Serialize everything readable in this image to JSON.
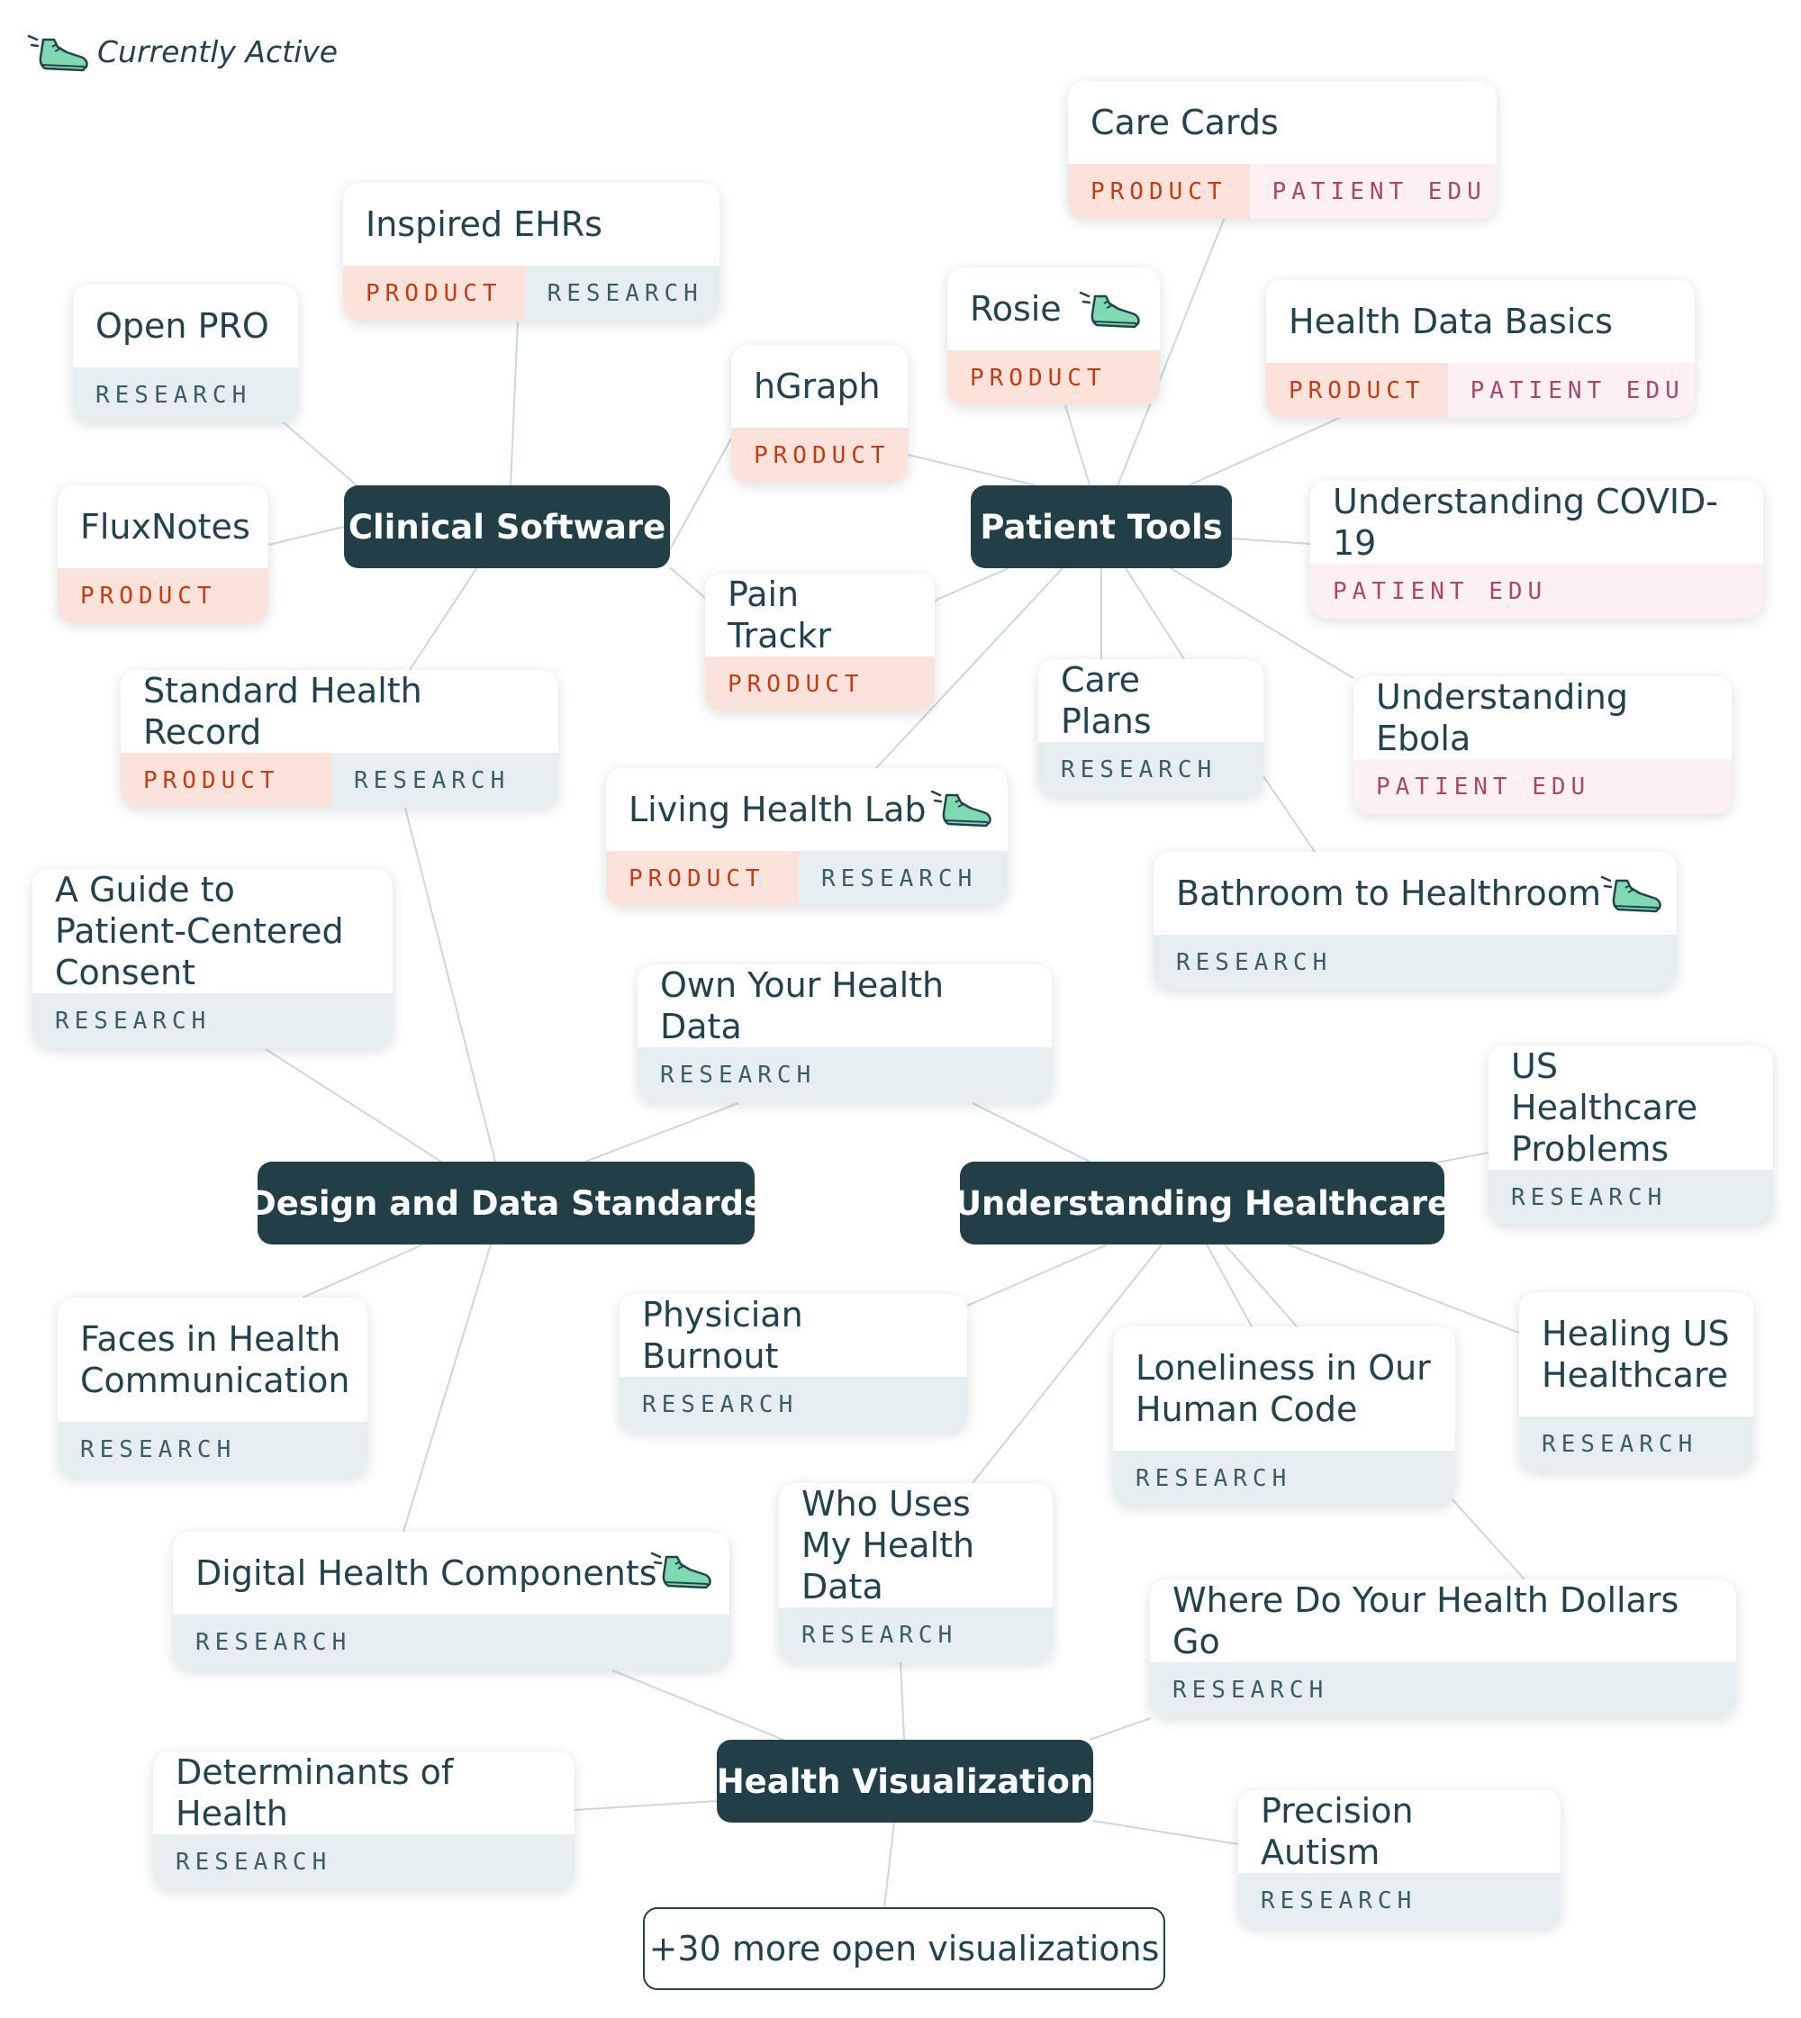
{
  "legend": {
    "label": "Currently Active",
    "icon": "sneaker-icon"
  },
  "tag_labels": {
    "product": "PRODUCT",
    "research": "RESEARCH",
    "patient_edu": "PATIENT EDU"
  },
  "hubs": {
    "clinical_software": "Clinical Software",
    "patient_tools": "Patient Tools",
    "design_data_standards": "Design and Data Standards",
    "understanding_healthcare": "Understanding Healthcare",
    "health_visualization": "Health Visualization"
  },
  "projects": {
    "care_cards": "Care Cards",
    "inspired_ehrs": "Inspired EHRs",
    "rosie": "Rosie",
    "health_data_basics": "Health Data Basics",
    "open_pro": "Open PRO",
    "hgraph": "hGraph",
    "fluxnotes": "FluxNotes",
    "understanding_covid": "Understanding COVID-19",
    "pain_trackr": "Pain Trackr",
    "standard_health_record": "Standard Health Record",
    "care_plans": "Care Plans",
    "understanding_ebola": "Understanding Ebola",
    "living_health_lab": "Living Health Lab",
    "guide_consent": "A Guide to Patient-Centered Consent",
    "bathroom_healthroom": "Bathroom to Healthroom",
    "own_your_data": "Own Your Health Data",
    "us_healthcare_problems": "US Healthcare Problems",
    "faces_health_comm": "Faces in Health Communication",
    "physician_burnout": "Physician Burnout",
    "loneliness": "Loneliness in Our Human Code",
    "healing_us_healthcare": "Healing US Healthcare",
    "digital_health_components": "Digital Health Components",
    "who_uses_data": "Who Uses My Health Data",
    "health_dollars": "Where Do Your Health Dollars Go",
    "determinants_health": "Determinants of Health",
    "precision_autism": "Precision Autism"
  },
  "active_projects": [
    "Rosie",
    "Living Health Lab",
    "Bathroom to Healthroom",
    "Digital Health Components"
  ],
  "more_link": "+30 more open visualizations",
  "colors": {
    "hub_bg": "#223f47",
    "text": "#23434c",
    "product_bg": "#fbe3dc",
    "product_text": "#c23c14",
    "research_bg": "#e6eef2",
    "research_text": "#3d5d66",
    "patient_edu_bg": "#fdf0f3",
    "patient_edu_text": "#a8476a",
    "active_icon": "#7fd9b3"
  }
}
